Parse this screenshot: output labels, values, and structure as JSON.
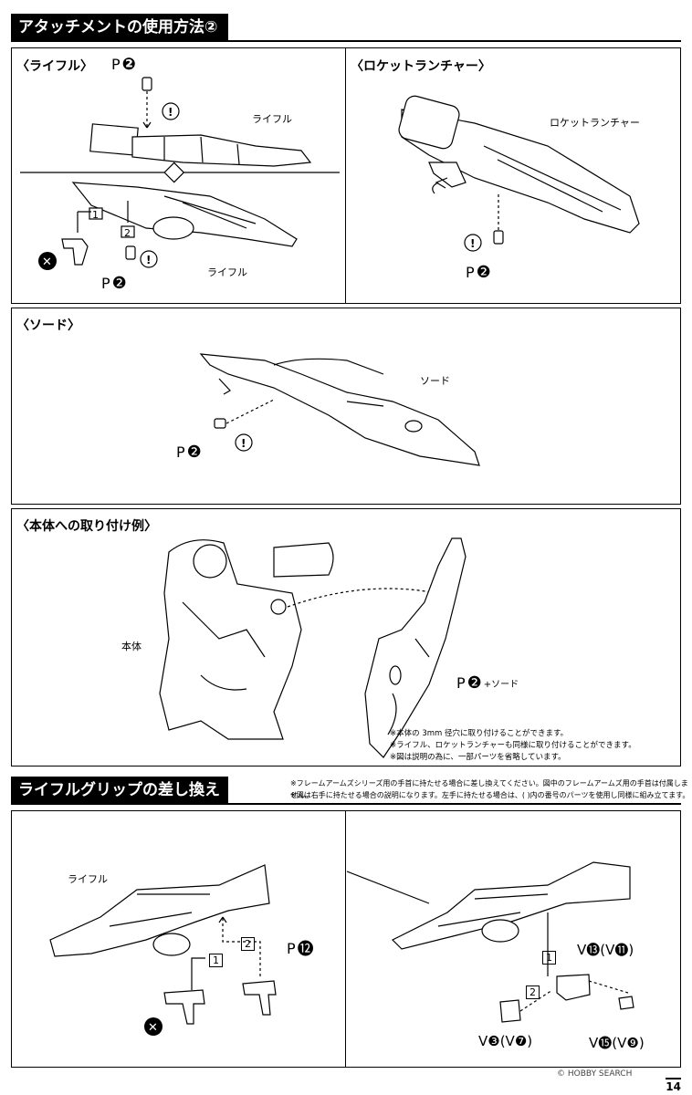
{
  "header": {
    "title": "アタッチメントの使用方法②"
  },
  "rifle": {
    "title": "〈ライフル〉",
    "label_top": "ライフル",
    "label_bottom": "ライフル",
    "part_top": "P",
    "num_top": "❷",
    "part_bottom": "P",
    "num_bottom": "❷",
    "step1": "1",
    "step2": "2"
  },
  "rocket": {
    "title": "〈ロケットランチャー〉",
    "label": "ロケットランチャー",
    "part": "P",
    "num": "❷"
  },
  "sword": {
    "title": "〈ソード〉",
    "label": "ソード",
    "part": "P",
    "num": "❷"
  },
  "example": {
    "title": "〈本体への取り付け例〉",
    "body_label": "本体",
    "part": "P",
    "num": "❷",
    "part_suffix": "+ソード",
    "notes": [
      "※本体の 3mm 径穴に取り付けることができます。",
      "※ライフル、ロケットランチャーも同様に取り付けることができます。",
      "※図は説明の為に、一部パーツを省略しています。"
    ]
  },
  "grip": {
    "title": "ライフルグリップの差し換え",
    "notes": [
      "※フレームアームズシリーズ用の手首に持たせる場合に差し換えてください。図中のフレームアームズ用の手首は付属しません。",
      "※図は右手に持たせる場合の説明になります。左手に持たせる場合は、( )内の番号のパーツを使用し同様に組み立てます。"
    ],
    "rifle_label": "ライフル",
    "part_p": "P",
    "num_p": "⓬",
    "step1": "1",
    "step2": "2",
    "r_step1": "1",
    "r_step2": "2",
    "v13": "V⓭(V⓫)",
    "v3": "V❸(V❼)",
    "v15": "V⓯(V❾)"
  },
  "watermark": "© HOBBY SEARCH",
  "page_number": "14"
}
